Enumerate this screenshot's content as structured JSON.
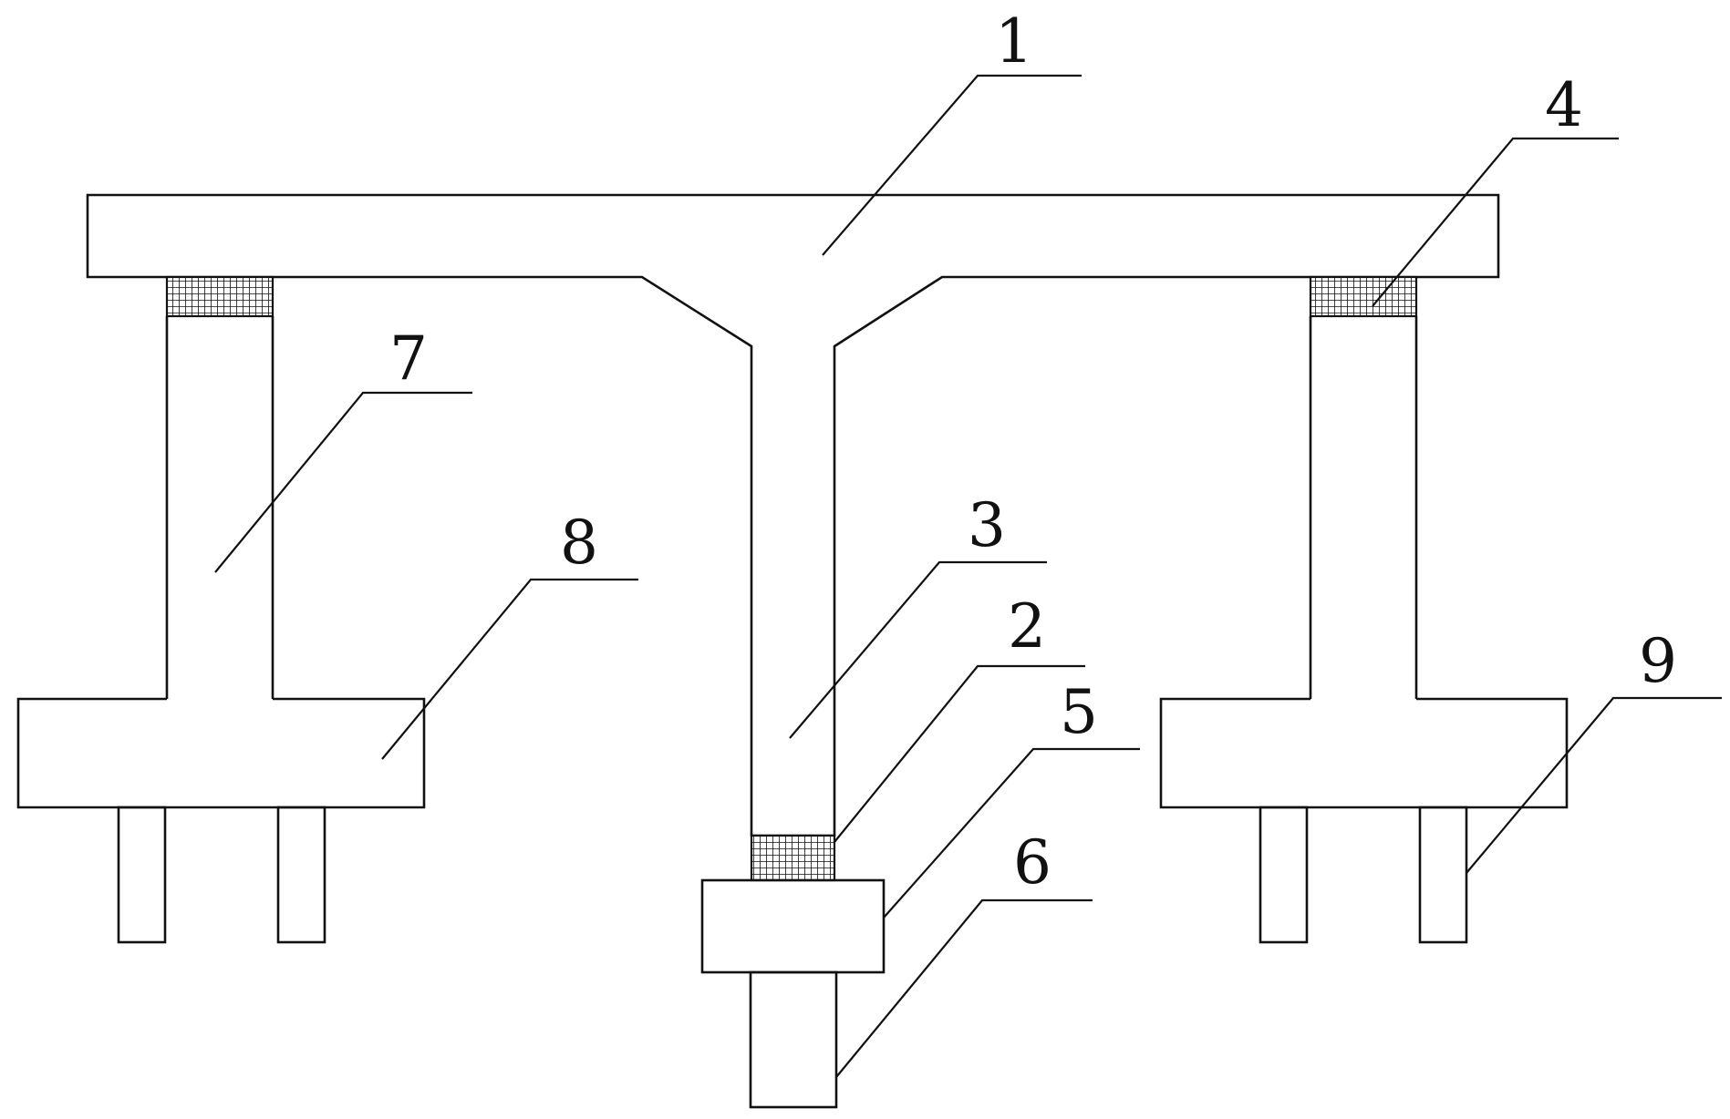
{
  "diagram": {
    "labels": {
      "1": "1",
      "2": "2",
      "3": "3",
      "4": "4",
      "5": "5",
      "6": "6",
      "7": "7",
      "8": "8",
      "9": "9"
    },
    "colors": {
      "line": "#111111",
      "mesh": "#111111",
      "background": "#ffffff"
    }
  }
}
